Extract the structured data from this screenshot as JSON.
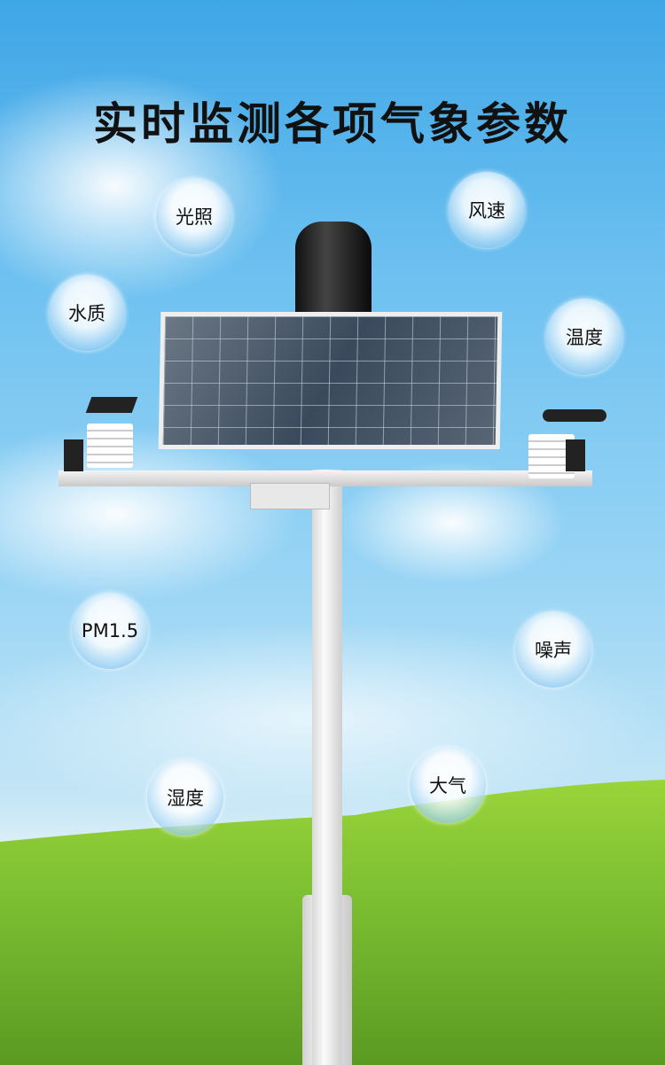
{
  "title": "实时监测各项气象参数",
  "bubbles": {
    "light": "光照",
    "wind": "风速",
    "water": "水质",
    "temperature": "温度",
    "pm": "PM1.5",
    "noise": "噪声",
    "humidity": "湿度",
    "atmosphere": "大气"
  },
  "colors": {
    "sky": "#6cc0f0",
    "grass": "#7dc032",
    "title": "#111111"
  }
}
